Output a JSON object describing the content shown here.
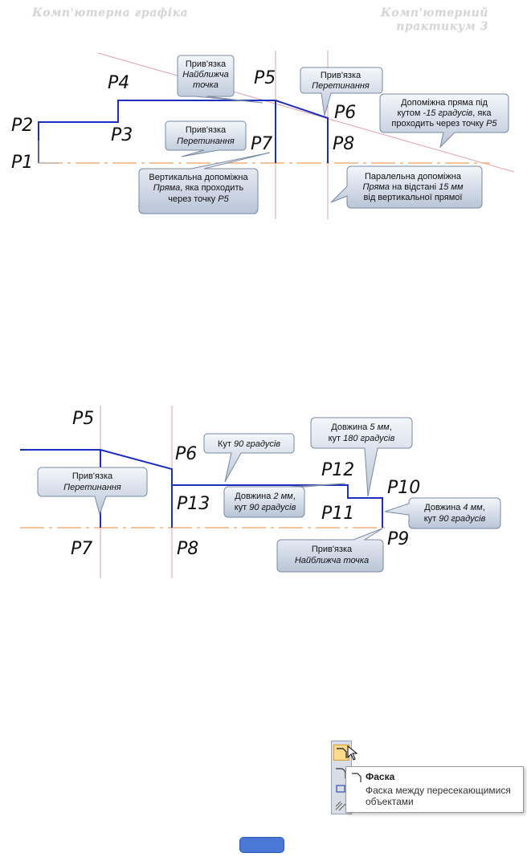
{
  "header": {
    "left": "Комп'ютерна графіка",
    "right_line1": "Комп'ютерний",
    "right_line2": "практикум 3"
  },
  "fig1": {
    "points": [
      "P1",
      "P2",
      "P3",
      "P4",
      "P5",
      "P6",
      "P7",
      "P8"
    ],
    "callouts": {
      "c1": {
        "line1": "Прив'язка",
        "line2": "Найближча",
        "line3": "точка"
      },
      "c2": {
        "line1": "Прив'язка",
        "line2": "Перетинання"
      },
      "c3": {
        "line1": "Допоміжна пряма під",
        "line2a": "кутом ",
        "line2b": "-15 градусів",
        "line2c": ", яка",
        "line3a": "проходить через точку ",
        "line3b": "P5"
      },
      "c4": {
        "line1": "Прив'язка",
        "line2": "Перетинання"
      },
      "c5": {
        "line1": "Вертикальна допоміжна",
        "line2a": "Пряма",
        "line2b": ", яка проходить",
        "line3a": "через точку ",
        "line3b": "P5"
      },
      "c6": {
        "line1": "Паралельна допоміжна",
        "line2a": "Пряма",
        "line2b": "  на відстані ",
        "line2c": "15 мм",
        "line3": "від вертикальної прямої"
      }
    }
  },
  "fig2": {
    "points": [
      "P5",
      "P6",
      "P7",
      "P8",
      "P9",
      "P10",
      "P11",
      "P12",
      "P13"
    ],
    "callouts": {
      "c1": {
        "line1a": "Кут ",
        "line1b": "90 градусів"
      },
      "c2": {
        "line1a": "Довжина ",
        "line1b": "5 мм",
        "line1c": ",",
        "line2a": "кут ",
        "line2b": "180 градусів"
      },
      "c3": {
        "line1": "Прив'язка",
        "line2": "Перетинання"
      },
      "c4": {
        "line1a": "Довжина ",
        "line1b": "2 мм",
        "line1c": ",",
        "line2a": "кут ",
        "line2b": "90 градусів"
      },
      "c5": {
        "line1a": "Довжина ",
        "line1b": "4 мм",
        "line1c": ",",
        "line2a": "кут ",
        "line2b": "90 градусів"
      },
      "c6": {
        "line1": "Прив'язка",
        "line2": "Найближча точка"
      }
    }
  },
  "tooltip": {
    "title": "Фаска",
    "description": "Фаска между пересекающимися объектами"
  }
}
